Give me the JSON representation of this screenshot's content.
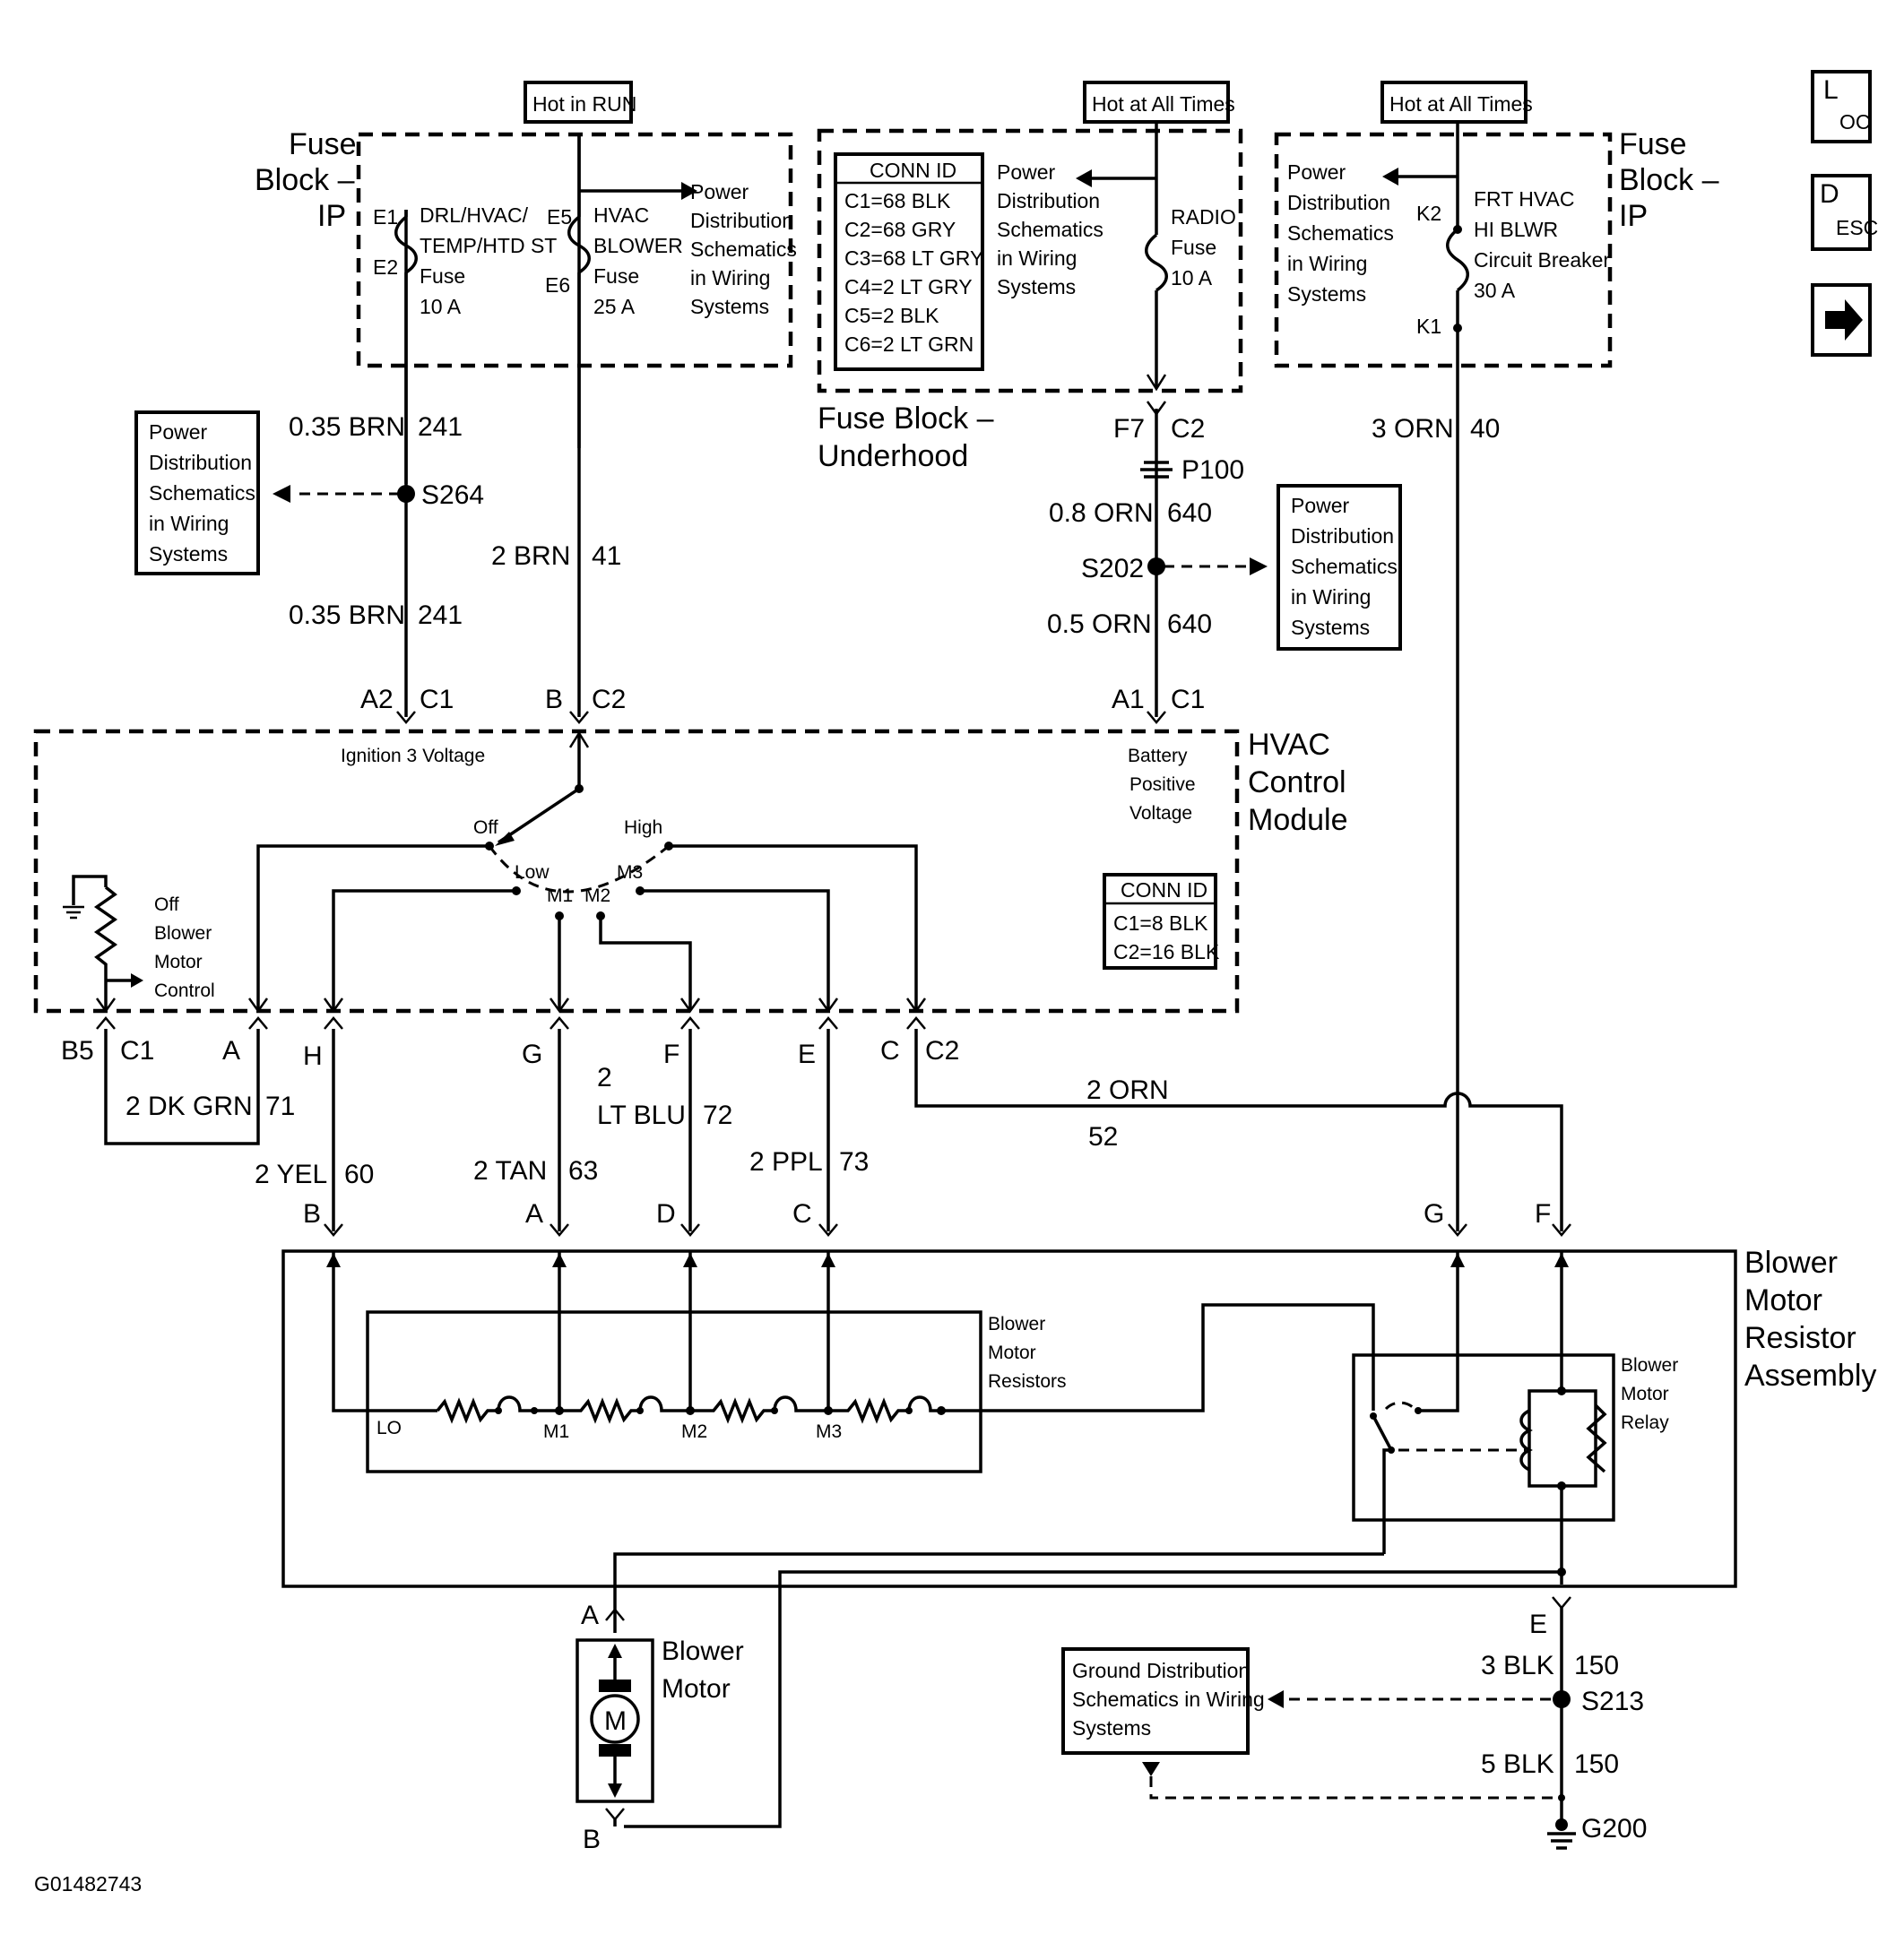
{
  "nav": {
    "loc_main": "L",
    "loc_sub": "OC",
    "desc_main": "D",
    "desc_sub": "ESC",
    "arrow_icon": "right-arrow-icon"
  },
  "headers": {
    "run": "Hot in RUN",
    "always1": "Hot at All Times",
    "always2": "Hot at All Times"
  },
  "fuse_block_ip_left": {
    "line1": "Fuse",
    "line2": "Block –",
    "line3": "IP"
  },
  "fuse_block_ip_right": {
    "line1": "Fuse",
    "line2": "Block –",
    "line3": "IP"
  },
  "fuse_block_underhood": {
    "line1": "Fuse Block –",
    "line2": "Underhood"
  },
  "fuse_drl": {
    "pin_top": "E1",
    "pin_bottom": "E2",
    "l1": "DRL/HVAC/",
    "l2": "TEMP/HTD ST",
    "l3": "Fuse",
    "l4": "10 A"
  },
  "fuse_hvac_blower": {
    "pin_top": "E5",
    "pin_bottom": "E6",
    "l1": "HVAC",
    "l2": "BLOWER",
    "l3": "Fuse",
    "l4": "25 A"
  },
  "power_dist_1": {
    "l1": "Power",
    "l2": "Distribution",
    "l3": "Schematics",
    "l4": "in Wiring",
    "l5": "Systems"
  },
  "conn_id_underhood": {
    "title": "CONN ID",
    "rows": [
      "C1=68 BLK",
      "C2=68 GRY",
      "C3=68 LT GRY",
      "C4=2 LT GRY",
      "C5=2 BLK",
      "C6=2 LT GRN"
    ]
  },
  "power_dist_2": {
    "l1": "Power",
    "l2": "Distribution",
    "l3": "Schematics",
    "l4": "in Wiring",
    "l5": "Systems"
  },
  "fuse_radio": {
    "l1": "RADIO",
    "l2": "Fuse",
    "l3": "10 A"
  },
  "power_dist_3": {
    "l1": "Power",
    "l2": "Distribution",
    "l3": "Schematics",
    "l4": "in Wiring",
    "l5": "Systems"
  },
  "breaker_frt_hvac": {
    "pin_top": "K2",
    "pin_bottom": "K1",
    "l1": "FRT HVAC",
    "l2": "HI BLWR",
    "l3": "Circuit Breaker",
    "l4": "30 A"
  },
  "power_dist_left": {
    "l1": "Power",
    "l2": "Distribution",
    "l3": "Schematics",
    "l4": "in Wiring",
    "l5": "Systems"
  },
  "wire_241_top": {
    "gauge": "0.35 BRN",
    "circuit": "241"
  },
  "splice_s264": "S264",
  "wire_241_bottom": {
    "gauge": "0.35 BRN",
    "circuit": "241"
  },
  "wire_41": {
    "gauge": "2 BRN",
    "circuit": "41"
  },
  "connector_f7": {
    "pin": "F7",
    "conn": "C2"
  },
  "p100": "P100",
  "wire_640_top": {
    "gauge": "0.8 ORN",
    "circuit": "640"
  },
  "splice_s202": "S202",
  "power_dist_4": {
    "l1": "Power",
    "l2": "Distribution",
    "l3": "Schematics",
    "l4": "in Wiring",
    "l5": "Systems"
  },
  "wire_640_bottom": {
    "gauge": "0.5 ORN",
    "circuit": "640"
  },
  "wire_40": {
    "gauge": "3 ORN",
    "circuit": "40"
  },
  "hvac_top_pins": {
    "a2": "A2",
    "c1a": "C1",
    "b": "B",
    "c2": "C2",
    "a1": "A1",
    "c1b": "C1"
  },
  "hvac_module": {
    "l1": "HVAC",
    "l2": "Control",
    "l3": "Module",
    "ignition": "Ignition 3 Voltage",
    "batt1": "Battery",
    "batt2": "Positive",
    "batt3": "Voltage",
    "sw_off": "Off",
    "sw_high": "High",
    "sw_low": "Low",
    "sw_m1": "M1",
    "sw_m2": "M2",
    "sw_m3": "M3",
    "ctrl1": "Off",
    "ctrl2": "Blower",
    "ctrl3": "Motor",
    "ctrl4": "Control",
    "conn_title": "CONN ID",
    "conn_rows": [
      "C1=8 BLK",
      "C2=16 BLK"
    ]
  },
  "hvac_bottom_pins": {
    "b5": "B5",
    "c1": "C1",
    "a": "A",
    "h": "H",
    "g": "G",
    "f": "F",
    "e": "E",
    "c": "C",
    "c2": "C2"
  },
  "wire_71": {
    "gauge": "2 DK GRN",
    "circuit": "71"
  },
  "wire_72": {
    "gauge_top": "2",
    "gauge": "LT BLU",
    "circuit": "72"
  },
  "wire_52": {
    "gauge": "2 ORN",
    "circuit": "52"
  },
  "wire_60": {
    "gauge": "2 YEL",
    "circuit": "60"
  },
  "wire_63": {
    "gauge": "2 TAN",
    "circuit": "63"
  },
  "wire_73": {
    "gauge": "2 PPL",
    "circuit": "73"
  },
  "resistor_pins": {
    "b": "B",
    "a": "A",
    "d": "D",
    "c": "C",
    "g": "G",
    "f": "F"
  },
  "resistor_assembly": {
    "l1": "Blower",
    "l2": "Motor",
    "l3": "Resistor",
    "l4": "Assembly"
  },
  "resistors": {
    "l1": "Blower",
    "l2": "Motor",
    "l3": "Resistors",
    "lo": "LO",
    "m1": "M1",
    "m2": "M2",
    "m3": "M3"
  },
  "relay": {
    "l1": "Blower",
    "l2": "Motor",
    "l3": "Relay"
  },
  "motor": {
    "pin_a": "A",
    "pin_b": "B",
    "l1": "Blower",
    "l2": "Motor",
    "symbol": "M"
  },
  "ground_pin_e": "E",
  "wire_150_top": {
    "gauge": "3 BLK",
    "circuit": "150"
  },
  "splice_s213": "S213",
  "wire_150_bottom": {
    "gauge": "5 BLK",
    "circuit": "150"
  },
  "ground_g200": "G200",
  "ground_dist": {
    "l1": "Ground Distribution",
    "l2": "Schematics in Wiring",
    "l3": "Systems"
  },
  "figure_id": "G01482743"
}
